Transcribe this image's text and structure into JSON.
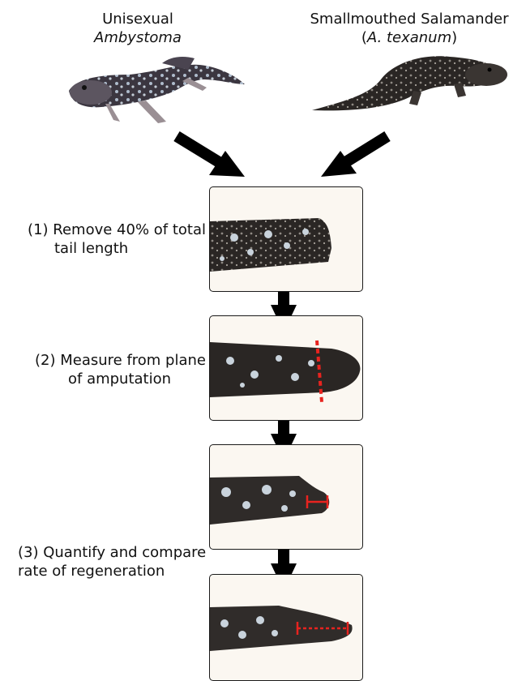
{
  "species": {
    "left": {
      "line1": "Unisexual",
      "line2": "Ambystoma"
    },
    "right": {
      "line1": "Smallmouthed Salamander",
      "line2_open": "(",
      "line2_italic": "A. texanum",
      "line2_close": ")"
    }
  },
  "steps": [
    {
      "line1": "(1) Remove 40% of total",
      "line2": "tail length"
    },
    {
      "line1": "(2) Measure from plane",
      "line2": "of amputation"
    },
    {
      "line1": "(3) Quantify and compare",
      "line2": "rate of regeneration"
    }
  ],
  "colors": {
    "arrow": "#000000",
    "measure": "#e8231f",
    "panel_bg": "#fbf7f1",
    "tail": "#2a2624",
    "spots": "#c9d3dc"
  }
}
